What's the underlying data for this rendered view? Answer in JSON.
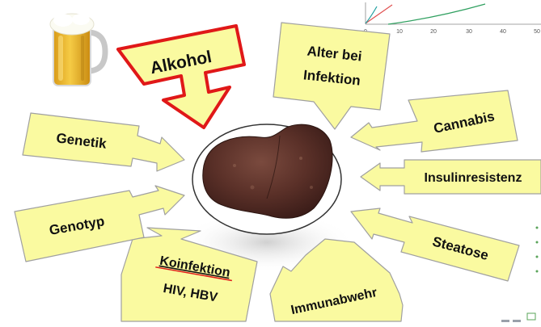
{
  "center": {
    "label": "liver"
  },
  "factors": {
    "alkohol": "Alkohol",
    "alter_line1": "Alter bei",
    "alter_line2": "Infektion",
    "cannabis": "Cannabis",
    "insulin": "Insulinresistenz",
    "steatose": "Steatose",
    "immunabwehr": "Immunabwehr",
    "koinfektion_line1": "Koinfektion",
    "koinfektion_line2": "HIV, HBV",
    "genotyp": "Genotyp",
    "genetik": "Genetik"
  },
  "inset_chart": {
    "x_ticks": [
      "0",
      "10",
      "20",
      "30",
      "40",
      "50"
    ]
  },
  "colors": {
    "box_fill": "#fafaa0",
    "box_stroke": "#a0a0a0",
    "alcohol_stroke": "#e01818",
    "series_red": "#e05050",
    "series_green": "#30a060",
    "series_teal": "#20a0a0"
  },
  "icons": {
    "beer": "beer-mug-icon",
    "liver": "liver-image"
  }
}
